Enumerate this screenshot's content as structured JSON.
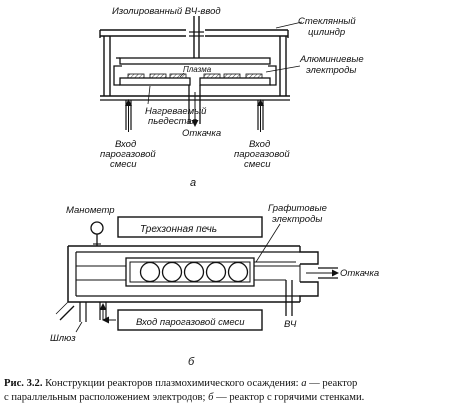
{
  "diagram_a": {
    "label_hf_input": "Изолированный ВЧ-ввод",
    "label_glass_1": "Стеклянный",
    "label_glass_2": "цилиндр",
    "label_plasma": "Плазма",
    "label_al_1": "Алюминиевые",
    "label_al_2": "электроды",
    "label_ped_1": "Нагреваемый",
    "label_ped_2": "пьедестал",
    "label_pump": "Откачка",
    "label_inlet_left_1": "Вход",
    "label_inlet_left_2": "парогазовой",
    "label_inlet_left_3": "смеси",
    "label_inlet_right_1": "Вход",
    "label_inlet_right_2": "парогазовой",
    "label_inlet_right_3": "смеси",
    "sublabel": "а"
  },
  "diagram_b": {
    "label_manometer": "Манометр",
    "label_furnace": "Трехзонная печь",
    "label_graphite_1": "Графитовые",
    "label_graphite_2": "электроды",
    "label_pump": "Откачка",
    "label_lock": "Шлюз",
    "label_inlet": "Вход парогазовой смеси",
    "label_hf": "ВЧ",
    "sublabel": "б"
  },
  "caption": {
    "fig_no": "Рис. 3.2.",
    "line1_text": " Конструкции реакторов плазмохимического осаждения: ",
    "line1_letter": "а",
    "line1_tail": " — реактор",
    "line2_start": "с параллельным расположением электродов; ",
    "line2_letter": "б",
    "line2_tail": " — реактор с горячими стенками."
  }
}
